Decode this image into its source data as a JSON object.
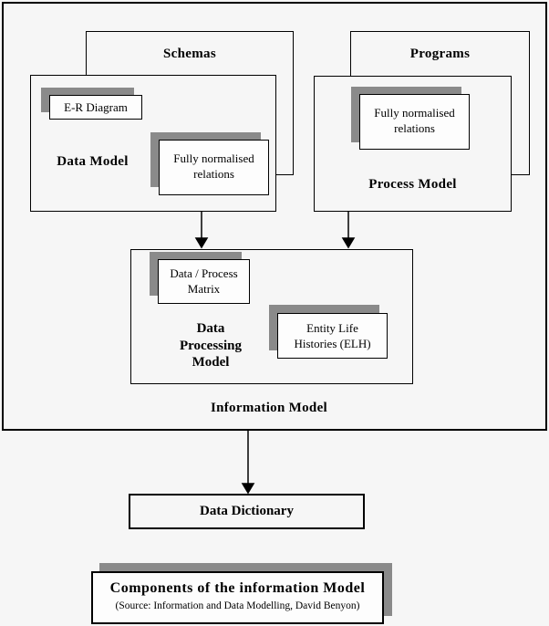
{
  "colors": {
    "background": "#f6f6f6",
    "box-fill": "#fdfdfd",
    "shadow": "#8a8a8a",
    "line": "#000000"
  },
  "diagram": {
    "schemas": {
      "title": "Schemas"
    },
    "programs": {
      "title": "Programs"
    },
    "data_model": {
      "title": "Data Model",
      "er_diagram": {
        "label": "E-R Diagram"
      },
      "fully_normalised": {
        "line1": "Fully normalised",
        "line2": "relations"
      }
    },
    "process_model": {
      "title": "Process Model",
      "fully_normalised": {
        "line1": "Fully normalised",
        "line2": "relations"
      }
    },
    "data_processing_model": {
      "title_line1": "Data",
      "title_line2": "Processing",
      "title_line3": "Model",
      "data_process_matrix": {
        "line1": "Data / Process",
        "line2": "Matrix"
      },
      "entity_life_histories": {
        "line1": "Entity Life",
        "line2": "Histories (ELH)"
      }
    },
    "information_model": {
      "title": "Information Model"
    },
    "data_dictionary": {
      "title": "Data Dictionary"
    },
    "caption": {
      "title": "Components of the information Model",
      "source": "(Source: Information and Data Modelling, David Benyon)"
    }
  }
}
